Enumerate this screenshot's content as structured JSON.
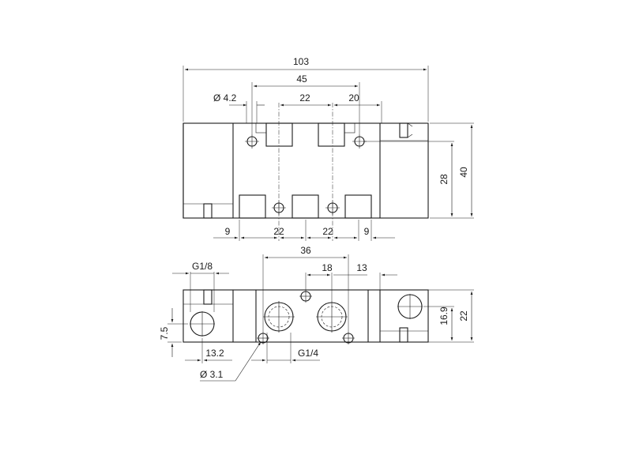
{
  "top_view": {
    "dims": {
      "overall_length": "103",
      "pitch_45": "45",
      "port_spacing_top_left": "22",
      "port_spacing_top_right": "20",
      "mount_hole_dia": "Ø 4.2",
      "height_28": "28",
      "height_40": "40",
      "bottom_9_left": "9",
      "bottom_22_left": "22",
      "bottom_22_right": "22",
      "bottom_9_right": "9"
    }
  },
  "front_view": {
    "dims": {
      "pilot_port": "G1/8",
      "port_spacing_36": "36",
      "port_spacing_18": "18",
      "offset_13": "13",
      "height_16_9": "16.9",
      "height_22": "22",
      "offset_7_5": "7.5",
      "offset_13_2": "13.2",
      "main_port": "G1/4",
      "small_hole_dia": "Ø 3.1"
    }
  }
}
